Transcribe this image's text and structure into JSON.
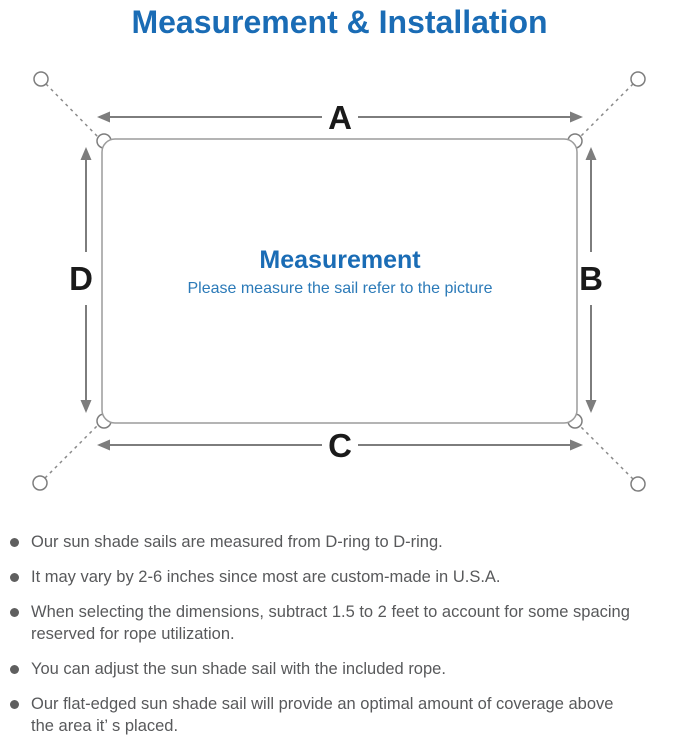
{
  "title": "Measurement & Installation",
  "diagram": {
    "labels": {
      "top": "A",
      "right": "B",
      "bottom": "C",
      "left": "D"
    },
    "center_title": "Measurement",
    "center_subtitle": "Please measure the sail refer to the picture"
  },
  "bullets": [
    "Our sun shade sails are measured from D-ring to D-ring.",
    "It may vary by 2-6 inches since most are custom-made in U.S.A.",
    "When selecting the dimensions, subtract 1.5 to 2 feet to account for some spacing\nreserved for rope utilization.",
    "You can adjust the sun shade sail with the included rope.",
    "Our flat-edged sun shade sail will provide an optimal amount of coverage above\nthe area it’ s placed."
  ],
  "colors": {
    "accent_blue": "#1a6cb5",
    "subtitle_blue": "#2b7ab8",
    "line_gray": "#7d7d7d",
    "border_gray": "#9c9c9c",
    "text_gray": "#58595b",
    "label_black": "#1a1a1a"
  }
}
